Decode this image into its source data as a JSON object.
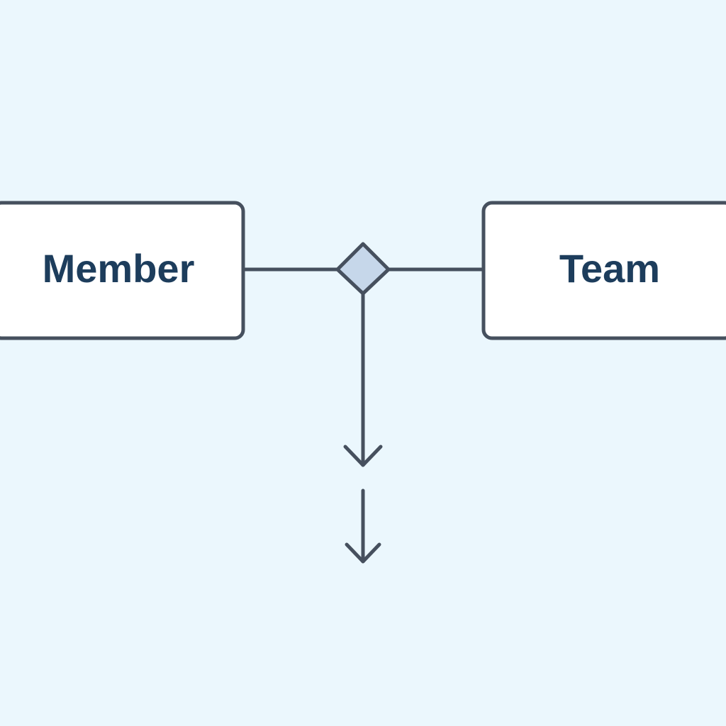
{
  "diagram": {
    "entities": [
      {
        "id": "member",
        "label": "Member"
      },
      {
        "id": "team",
        "label": "Team"
      }
    ],
    "relationship": {
      "from": "member",
      "to": "team",
      "symbol": "diamond"
    }
  },
  "colors": {
    "background": "#ebf7fd",
    "stroke": "#46505e",
    "box_fill": "#ffffff",
    "text": "#1d3d5c",
    "diamond_fill": "#c6d7ea"
  }
}
